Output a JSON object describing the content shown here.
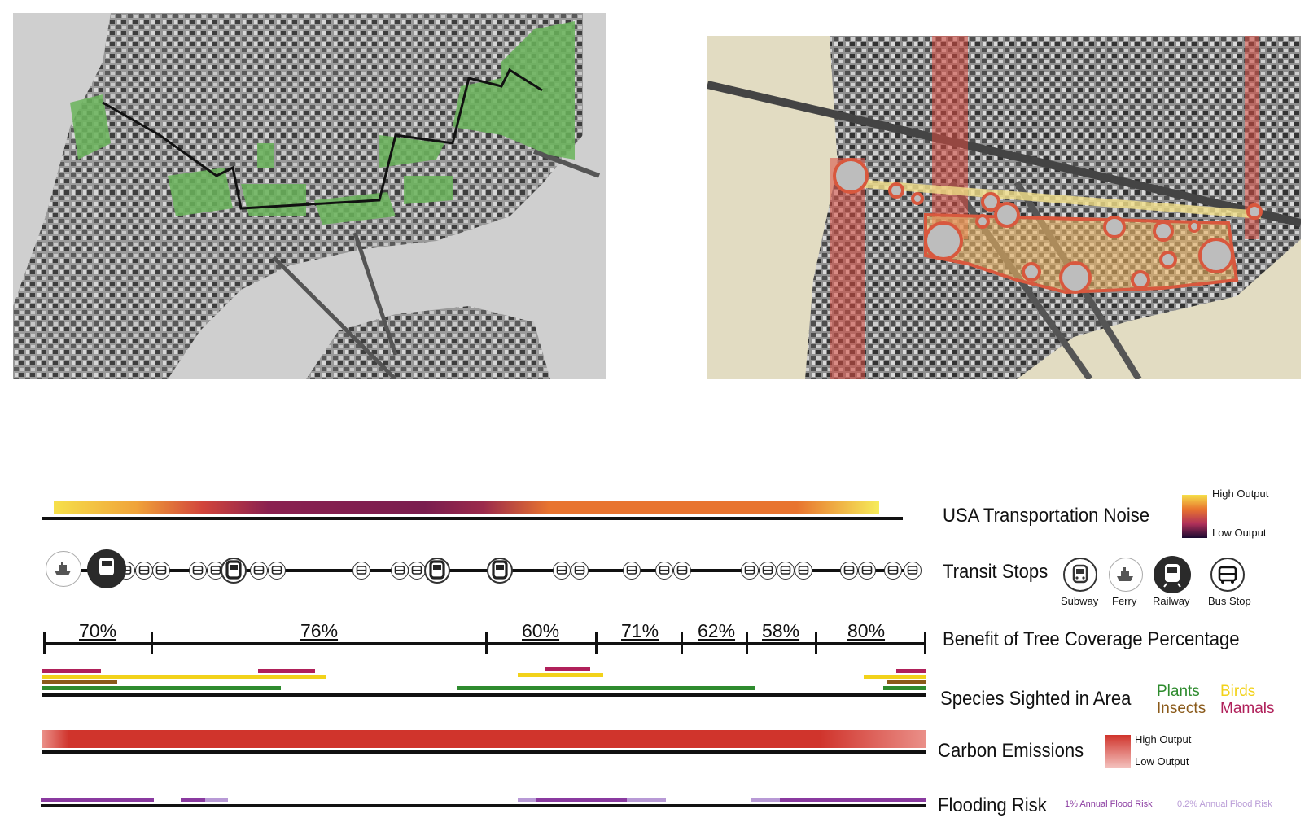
{
  "noise": {
    "label": "USA Transportation Noise",
    "legend_high": "High Output",
    "legend_low": "Low Output",
    "colors": [
      "#f6e04a",
      "#f0a33a",
      "#d2453b",
      "#7a1d4e",
      "#e8742f",
      "#f6ec5a"
    ]
  },
  "transit": {
    "label": "Transit Stops",
    "legend": [
      "Subway",
      "Ferry",
      "Railway",
      "Bus Stop"
    ]
  },
  "trees": {
    "label": "Benefit of Tree Coverage Percentage",
    "segments": [
      "70%",
      "76%",
      "60%",
      "71%",
      "62%",
      "58%",
      "80%"
    ]
  },
  "species": {
    "label": "Species Sighted in Area",
    "legend": [
      {
        "name": "Plants",
        "color": "#2e8b2e"
      },
      {
        "name": "Birds",
        "color": "#f2d21a"
      },
      {
        "name": "Insects",
        "color": "#8a5a1a"
      },
      {
        "name": "Mamals",
        "color": "#b0205a"
      }
    ]
  },
  "carbon": {
    "label": "Carbon Emissions",
    "legend_high": "High Output",
    "legend_low": "Low Output",
    "color": "#d0342c"
  },
  "flood": {
    "label": "Flooding Risk",
    "legend_1pct": "1% Annual Flood Risk",
    "legend_02pct": "0.2% Annual Flood Risk",
    "color_1pct": "#8a3aa0",
    "color_02pct": "#b89ad6"
  }
}
